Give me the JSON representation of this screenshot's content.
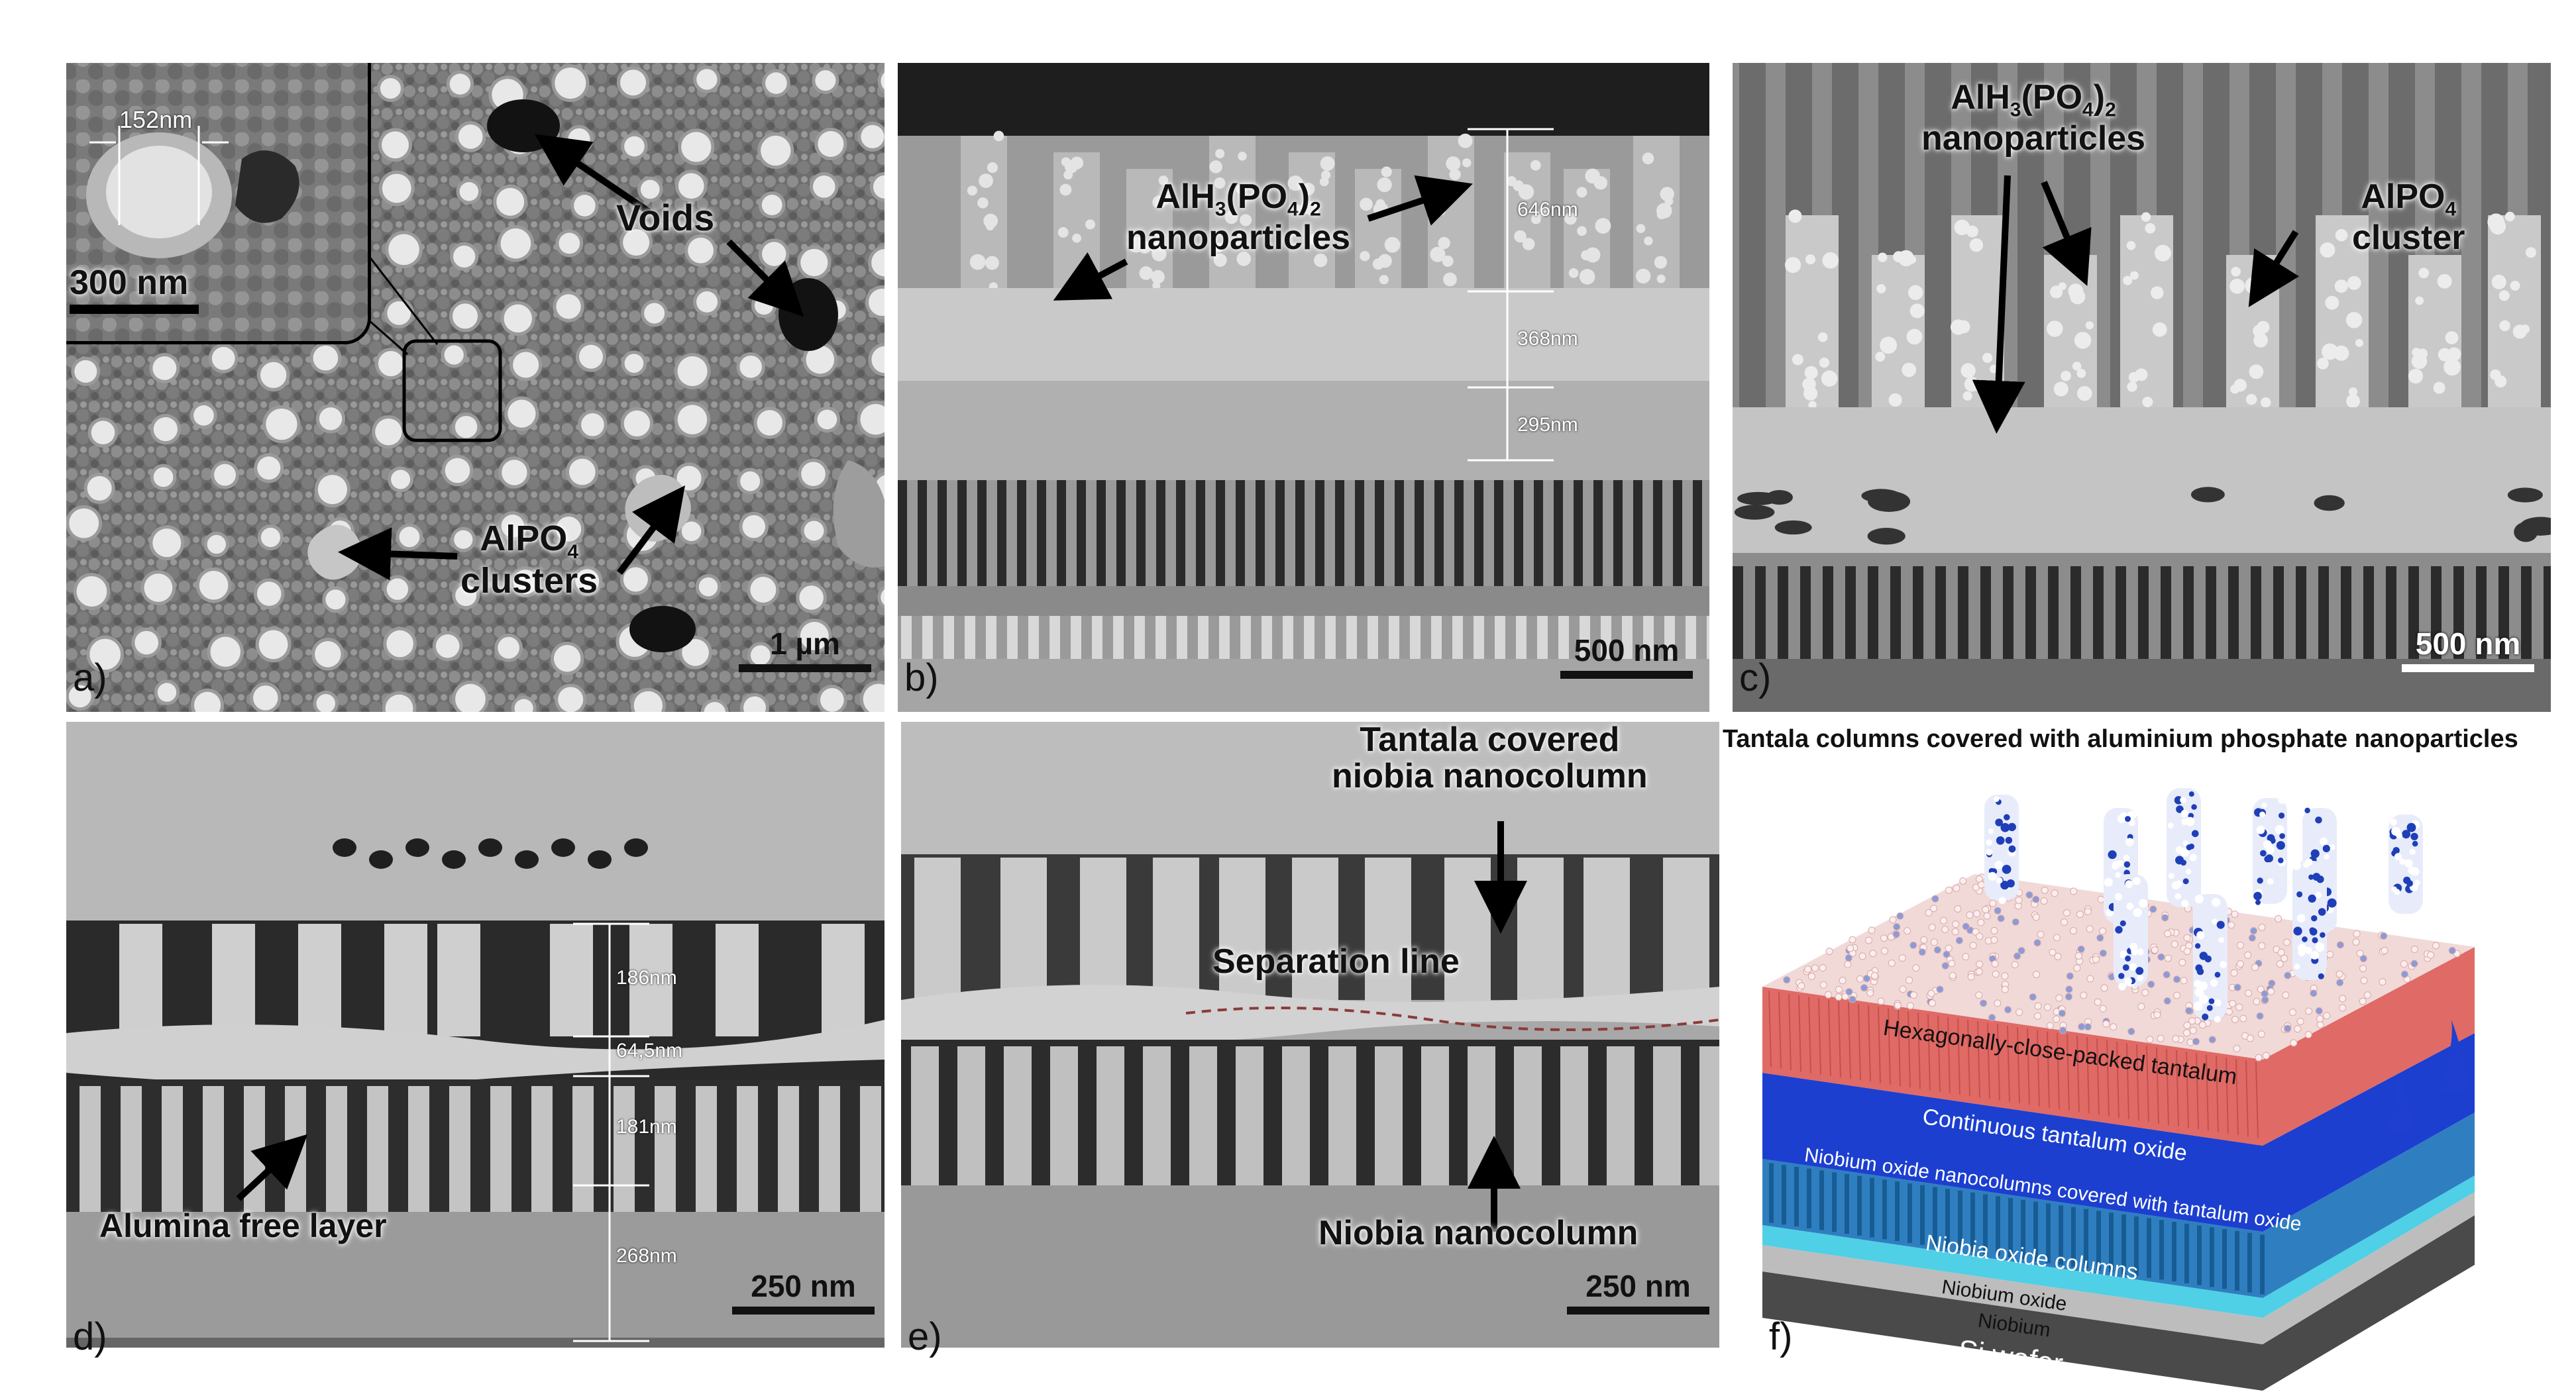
{
  "panels": {
    "a": {
      "label": "a)",
      "inset_measure": "152nm",
      "inset_scale": "300 nm",
      "voids": "Voids",
      "clusters_line1": "AlPO",
      "clusters_sub": "4",
      "clusters_line2": "clusters",
      "scale": "1 µm"
    },
    "b": {
      "label": "b)",
      "np_line1_pre": "AlH",
      "np_sub1": "3",
      "np_mid": "(PO",
      "np_sub2": "4",
      "np_post": ")",
      "np_sub3": "2",
      "np_line2": "nanoparticles",
      "m1": "646nm",
      "m2": "368nm",
      "m3": "295nm",
      "scale": "500 nm"
    },
    "c": {
      "label": "c)",
      "np_line1_pre": "AlH",
      "np_sub1": "3",
      "np_mid": "(PO",
      "np_sub2": "4",
      "np_post": ")",
      "np_sub3": "2",
      "np_line2": "nanoparticles",
      "cl_line1": "AlPO",
      "cl_sub": "4",
      "cl_line2": "cluster",
      "scale": "500 nm"
    },
    "d": {
      "label": "d)",
      "m1": "186nm",
      "m2": "64,5nm",
      "m3": "181nm",
      "m4": "268nm",
      "ann": "Alumina free layer",
      "scale": "250 nm"
    },
    "e": {
      "label": "e)",
      "top_line1": "Tantala covered",
      "top_line2": "niobia nanocolumn",
      "sep": "Separation line",
      "bottom": "Niobia nanocolumn",
      "scale": "250 nm"
    },
    "f": {
      "label": "f)",
      "title": "Tantala columns covered with aluminium phosphate nanoparticles",
      "layer1": "Hexagonally-close-packed tantalum",
      "layer2": "Continuous tantalum oxide",
      "layer3": "Niobium oxide nanocolumns covered with tantalum oxide",
      "layer4": "Niobia oxide columns",
      "layer5": "Niobium oxide",
      "layer6": "Niobium",
      "layer7": "Si wafer"
    }
  },
  "colors": {
    "sem_dark": "#3a3a3a",
    "sem_mid": "#8a8a8a",
    "sem_light": "#d6d6d6",
    "tantalum_red": "#e06a66",
    "tantalum_oxide_blue": "#1c3fd0",
    "niobia_columns_blue": "#2f7fc0",
    "niobium_oxide_cyan": "#4fd0e6",
    "niobium_grey": "#bdbdbd",
    "si_wafer_dark": "#555555"
  }
}
